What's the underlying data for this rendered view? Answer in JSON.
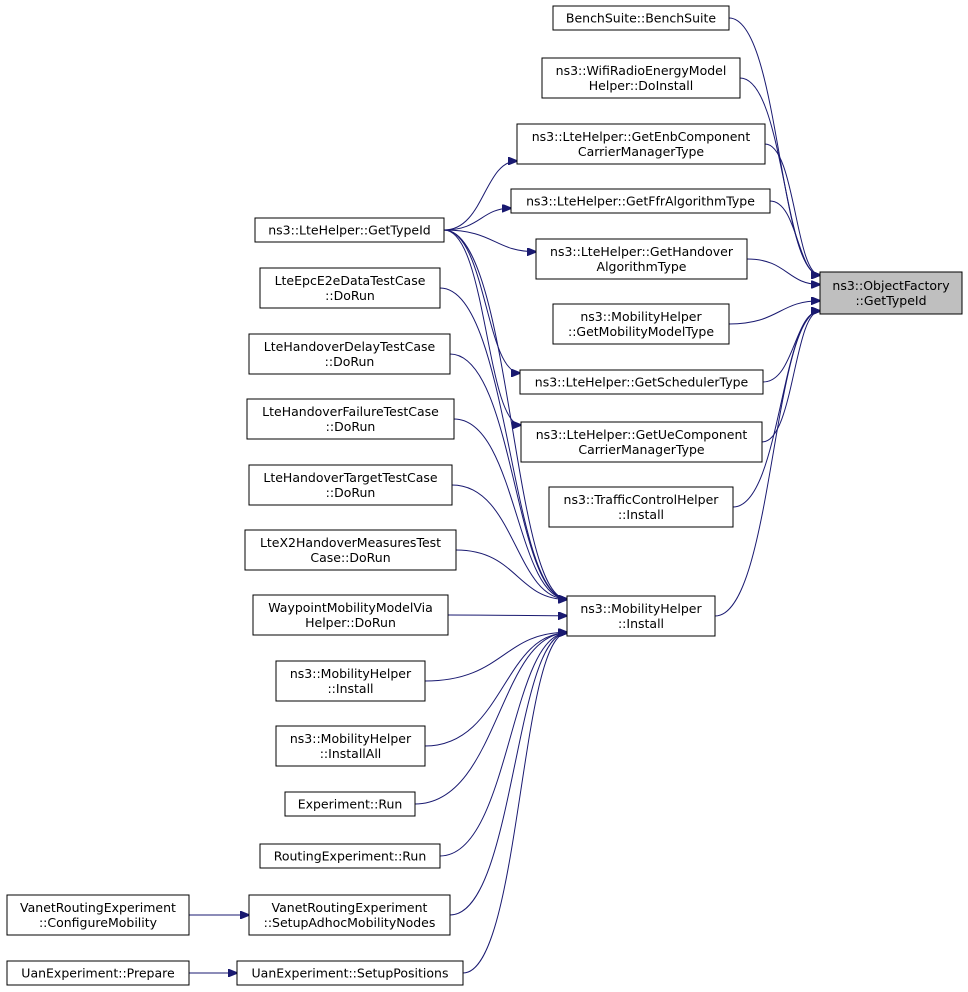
{
  "graph_title": "",
  "target": {
    "id": "objectfactory_gettypeid",
    "lines": [
      "ns3::ObjectFactory",
      "::GetTypeId"
    ]
  },
  "nodes": [
    {
      "id": "benchsuite",
      "lines": [
        "BenchSuite::BenchSuite"
      ]
    },
    {
      "id": "wifiradio",
      "lines": [
        "ns3::WifiRadioEnergyModel",
        "Helper::DoInstall"
      ]
    },
    {
      "id": "lte_enbcc",
      "lines": [
        "ns3::LteHelper::GetEnbComponent",
        "CarrierManagerType"
      ]
    },
    {
      "id": "lte_ffr",
      "lines": [
        "ns3::LteHelper::GetFfrAlgorithmType"
      ]
    },
    {
      "id": "lte_gettypeid",
      "lines": [
        "ns3::LteHelper::GetTypeId"
      ]
    },
    {
      "id": "lte_handover",
      "lines": [
        "ns3::LteHelper::GetHandover",
        "AlgorithmType"
      ]
    },
    {
      "id": "mob_getmodeltype",
      "lines": [
        "ns3::MobilityHelper",
        "::GetMobilityModelType"
      ]
    },
    {
      "id": "lte_sched",
      "lines": [
        "ns3::LteHelper::GetSchedulerType"
      ]
    },
    {
      "id": "lte_uecc",
      "lines": [
        "ns3::LteHelper::GetUeComponent",
        "CarrierManagerType"
      ]
    },
    {
      "id": "traffic",
      "lines": [
        "ns3::TrafficControlHelper",
        "::Install"
      ]
    },
    {
      "id": "mob_install_main",
      "lines": [
        "ns3::MobilityHelper",
        "::Install"
      ]
    },
    {
      "id": "epc_e2e",
      "lines": [
        "LteEpcE2eDataTestCase",
        "::DoRun"
      ]
    },
    {
      "id": "ho_delay",
      "lines": [
        "LteHandoverDelayTestCase",
        "::DoRun"
      ]
    },
    {
      "id": "ho_failure",
      "lines": [
        "LteHandoverFailureTestCase",
        "::DoRun"
      ]
    },
    {
      "id": "ho_target",
      "lines": [
        "LteHandoverTargetTestCase",
        "::DoRun"
      ]
    },
    {
      "id": "x2_measures",
      "lines": [
        "LteX2HandoverMeasuresTest",
        "Case::DoRun"
      ]
    },
    {
      "id": "waypoint",
      "lines": [
        "WaypointMobilityModelVia",
        "Helper::DoRun"
      ]
    },
    {
      "id": "mob_install2",
      "lines": [
        "ns3::MobilityHelper",
        "::Install"
      ]
    },
    {
      "id": "mob_installall",
      "lines": [
        "ns3::MobilityHelper",
        "::InstallAll"
      ]
    },
    {
      "id": "experiment_run",
      "lines": [
        "Experiment::Run"
      ]
    },
    {
      "id": "routing_run",
      "lines": [
        "RoutingExperiment::Run"
      ]
    },
    {
      "id": "vanet_setup",
      "lines": [
        "VanetRoutingExperiment",
        "::SetupAdhocMobilityNodes"
      ]
    },
    {
      "id": "vanet_config",
      "lines": [
        "VanetRoutingExperiment",
        "::ConfigureMobility"
      ]
    },
    {
      "id": "uan_setup",
      "lines": [
        "UanExperiment::SetupPositions"
      ]
    },
    {
      "id": "uan_prepare",
      "lines": [
        "UanExperiment::Prepare"
      ]
    }
  ],
  "edges": [
    {
      "from": "benchsuite",
      "to": "objectfactory_gettypeid"
    },
    {
      "from": "wifiradio",
      "to": "objectfactory_gettypeid"
    },
    {
      "from": "lte_enbcc",
      "to": "objectfactory_gettypeid"
    },
    {
      "from": "lte_ffr",
      "to": "objectfactory_gettypeid"
    },
    {
      "from": "lte_handover",
      "to": "objectfactory_gettypeid"
    },
    {
      "from": "mob_getmodeltype",
      "to": "objectfactory_gettypeid"
    },
    {
      "from": "lte_sched",
      "to": "objectfactory_gettypeid"
    },
    {
      "from": "lte_uecc",
      "to": "objectfactory_gettypeid"
    },
    {
      "from": "traffic",
      "to": "objectfactory_gettypeid"
    },
    {
      "from": "mob_install_main",
      "to": "objectfactory_gettypeid"
    },
    {
      "from": "lte_gettypeid",
      "to": "lte_enbcc"
    },
    {
      "from": "lte_gettypeid",
      "to": "lte_ffr"
    },
    {
      "from": "lte_gettypeid",
      "to": "lte_handover"
    },
    {
      "from": "lte_gettypeid",
      "to": "lte_sched"
    },
    {
      "from": "lte_gettypeid",
      "to": "lte_uecc"
    },
    {
      "from": "lte_gettypeid",
      "to": "mob_install_main"
    },
    {
      "from": "epc_e2e",
      "to": "mob_install_main"
    },
    {
      "from": "ho_delay",
      "to": "mob_install_main"
    },
    {
      "from": "ho_failure",
      "to": "mob_install_main"
    },
    {
      "from": "ho_target",
      "to": "mob_install_main"
    },
    {
      "from": "x2_measures",
      "to": "mob_install_main"
    },
    {
      "from": "waypoint",
      "to": "mob_install_main"
    },
    {
      "from": "mob_install2",
      "to": "mob_install_main"
    },
    {
      "from": "mob_installall",
      "to": "mob_install_main"
    },
    {
      "from": "experiment_run",
      "to": "mob_install_main"
    },
    {
      "from": "routing_run",
      "to": "mob_install_main"
    },
    {
      "from": "vanet_setup",
      "to": "mob_install_main"
    },
    {
      "from": "uan_setup",
      "to": "mob_install_main"
    },
    {
      "from": "vanet_config",
      "to": "vanet_setup"
    },
    {
      "from": "uan_prepare",
      "to": "uan_setup"
    }
  ],
  "colors": {
    "edge": "#191970",
    "target_fill": "#bfbfbf",
    "box_border": "#000000",
    "box_fill": "#ffffff"
  }
}
